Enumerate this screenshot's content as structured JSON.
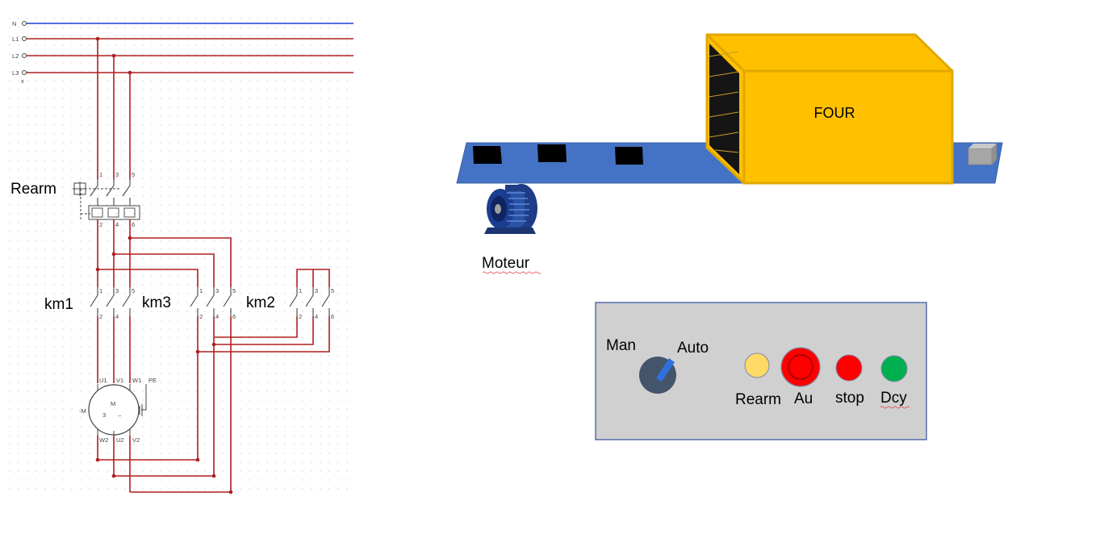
{
  "schematic": {
    "bus_labels": [
      "N",
      "L1",
      "L2",
      "L3"
    ],
    "bus_extra_mark": "x",
    "rearm_label": "Rearm",
    "km1_label": "km1",
    "km3_label": "km3",
    "km2_label": "km2",
    "pin_labels": {
      "top": [
        "1",
        "3",
        "5"
      ],
      "bottom": [
        "2",
        "4",
        "6"
      ]
    },
    "motor_terminals": {
      "top": [
        "U1",
        "V1",
        "W1",
        "PE"
      ],
      "bottom": [
        "W2",
        "U2",
        "V2"
      ]
    },
    "motor_symbol": {
      "letter": "M",
      "phases": "3",
      "tilde": "~",
      "side_mark": "-M"
    },
    "colors": {
      "neutral": "#1f3fd6",
      "phase": "#b01e1e"
    }
  },
  "scene": {
    "oven_label": "FOUR",
    "motor_label": "Moteur",
    "colors": {
      "conveyor": "#4472c4",
      "oven": "#ffc000",
      "oven_edge": "#e0a800",
      "box": "#000000",
      "sensor": "#a6a6a6"
    }
  },
  "panel": {
    "selector": {
      "left_label": "Man",
      "right_label": "Auto"
    },
    "buttons": [
      {
        "name": "rearm",
        "label": "Rearm",
        "color": "#ffd966"
      },
      {
        "name": "au",
        "label": "Au",
        "color": "#ff0000"
      },
      {
        "name": "stop",
        "label": "stop",
        "color": "#ff0000"
      },
      {
        "name": "dcy",
        "label": "Dcy",
        "color": "#00b050"
      }
    ],
    "colors": {
      "background": "#d0d0d0",
      "border": "#2f4f9f",
      "knob": "#44546a",
      "pointer": "#2f6fdf"
    }
  }
}
